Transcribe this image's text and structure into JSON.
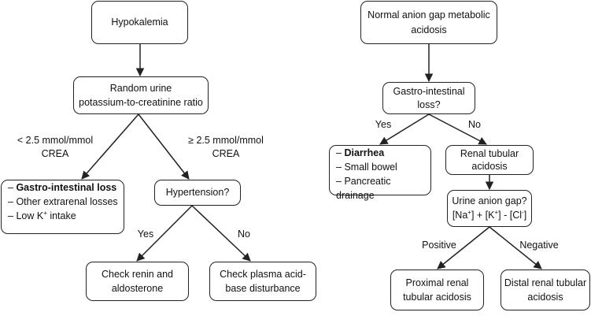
{
  "left_tree": {
    "hypokalemia": "Hypokalemia",
    "ratio": [
      "Random urine",
      "potassium-to-creatinine ratio"
    ],
    "low_branch": [
      "< 2.5 mmol/mmol",
      "CREA"
    ],
    "high_branch": [
      "≥ 2.5 mmol/mmol",
      "CREA"
    ],
    "extrarenal": {
      "items": [
        {
          "dash": "– ",
          "text": "Gastro-intestinal loss",
          "bold": true
        },
        {
          "dash": "– ",
          "text": "Other extrarenal losses",
          "bold": false
        },
        {
          "dash": "– ",
          "text": "Low K",
          "sup": "+",
          "after": " intake",
          "bold": false
        }
      ]
    },
    "hypertension": "Hypertension?",
    "yes": "Yes",
    "no": "No",
    "renin": [
      "Check renin and",
      "aldosterone"
    ],
    "acid_base": [
      "Check plasma acid-",
      "base disturbance"
    ]
  },
  "right_tree": {
    "nag": [
      "Normal anion gap metabolic",
      "acidosis"
    ],
    "gi_loss": [
      "Gastro-intestinal",
      "loss?"
    ],
    "yes": "Yes",
    "no": "No",
    "gi_causes": {
      "items": [
        {
          "dash": "– ",
          "text": "Diarrhea",
          "bold": true
        },
        {
          "dash": "– ",
          "text": "Small bowel",
          "bold": false
        },
        {
          "dash": "– ",
          "text": "Pancreatic drainage",
          "bold": false
        }
      ]
    },
    "rta": [
      "Renal tubular",
      "acidosis"
    ],
    "urine_gap_q": "Urine anion gap?",
    "urine_gap_formula": {
      "na": "[Na",
      "na_sup": "+",
      "plus1": "] + [K",
      "k_sup": "+",
      "minus": "] - [Cl",
      "cl_sup": "-",
      "end": "]"
    },
    "positive": "Positive",
    "negative": "Negative",
    "proximal": [
      "Proximal renal",
      "tubular acidosis"
    ],
    "distal": [
      "Distal renal tubular",
      "acidosis"
    ]
  }
}
